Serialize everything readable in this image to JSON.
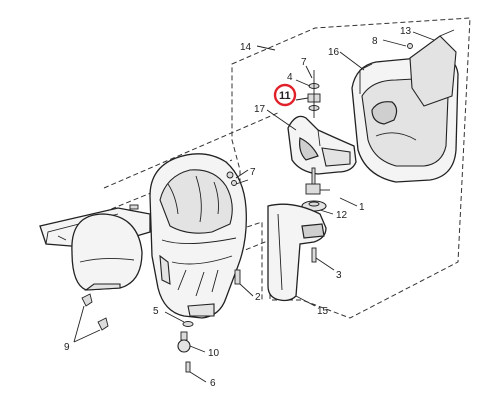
{
  "diagram": {
    "parts": [
      {
        "id": "p1",
        "label": "1"
      },
      {
        "id": "p2",
        "label": "2"
      },
      {
        "id": "p3",
        "label": "3"
      },
      {
        "id": "p4",
        "label": "4"
      },
      {
        "id": "p5",
        "label": "5"
      },
      {
        "id": "p6",
        "label": "6"
      },
      {
        "id": "p7a",
        "label": "7"
      },
      {
        "id": "p7b",
        "label": "7"
      },
      {
        "id": "p8",
        "label": "8"
      },
      {
        "id": "p9",
        "label": "9"
      },
      {
        "id": "p10",
        "label": "10"
      },
      {
        "id": "p11",
        "label": "11"
      },
      {
        "id": "p12",
        "label": "12"
      },
      {
        "id": "p13",
        "label": "13"
      },
      {
        "id": "p14",
        "label": "14"
      },
      {
        "id": "p15",
        "label": "15"
      },
      {
        "id": "p16",
        "label": "16"
      },
      {
        "id": "p17",
        "label": "17"
      }
    ],
    "highlight": {
      "label": "11",
      "color": "#e0202a"
    }
  }
}
